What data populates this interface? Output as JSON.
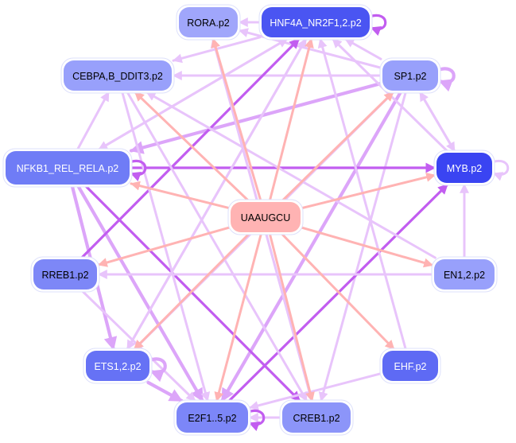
{
  "diagram": {
    "type": "regulatory-network",
    "center": {
      "id": "UAAUGCU",
      "label": "UAAUGCU",
      "fill": "#ffb3b3",
      "text": "#000000"
    },
    "nodes": [
      {
        "id": "RORA",
        "label": "RORA.p2",
        "fill": "#a0a6fb",
        "text": "#000000"
      },
      {
        "id": "HNF4A",
        "label": "HNF4A_NR2F1,2.p2",
        "fill": "#4a55f2",
        "text": "#ffffff"
      },
      {
        "id": "CEBPA",
        "label": "CEBPA,B_DDIT3.p2",
        "fill": "#98a0fb",
        "text": "#000000"
      },
      {
        "id": "SP1",
        "label": "SP1.p2",
        "fill": "#98a0fb",
        "text": "#000000"
      },
      {
        "id": "NFKB1",
        "label": "NFKB1_REL_RELA.p2",
        "fill": "#6f7cf6",
        "text": "#ffffff"
      },
      {
        "id": "MYB",
        "label": "MYB.p2",
        "fill": "#3a44f2",
        "text": "#ffffff"
      },
      {
        "id": "RREB1",
        "label": "RREB1.p2",
        "fill": "#7d87f7",
        "text": "#000000"
      },
      {
        "id": "EN12",
        "label": "EN1,2.p2",
        "fill": "#98a0fb",
        "text": "#000000"
      },
      {
        "id": "ETS12",
        "label": "ETS1,2.p2",
        "fill": "#6672f5",
        "text": "#ffffff"
      },
      {
        "id": "EHF",
        "label": "EHF.p2",
        "fill": "#5e6af4",
        "text": "#ffffff"
      },
      {
        "id": "E2F",
        "label": "E2F1..5.p2",
        "fill": "#7c86f8",
        "text": "#000000"
      },
      {
        "id": "CREB1",
        "label": "CREB1.p2",
        "fill": "#8c95f9",
        "text": "#000000"
      }
    ],
    "edge_colors": {
      "mirna": "#ffb3b3",
      "tf_light": "#e8c4fb",
      "tf_medium": "#dca5f9",
      "tf_strong": "#c25df0"
    },
    "mirna_targets": [
      "RORA",
      "HNF4A",
      "CEBPA",
      "SP1",
      "NFKB1",
      "MYB",
      "RREB1",
      "EN12",
      "ETS12",
      "EHF",
      "E2F",
      "CREB1"
    ],
    "edges": [
      {
        "from": "HNF4A",
        "to": "RORA",
        "strength": "light"
      },
      {
        "from": "SP1",
        "to": "HNF4A",
        "strength": "light"
      },
      {
        "from": "SP1",
        "to": "CEBPA",
        "strength": "light"
      },
      {
        "from": "SP1",
        "to": "RORA",
        "strength": "light"
      },
      {
        "from": "SP1",
        "to": "NFKB1",
        "strength": "medium"
      },
      {
        "from": "SP1",
        "to": "E2F",
        "strength": "medium"
      },
      {
        "from": "SP1",
        "to": "ETS12",
        "strength": "light"
      },
      {
        "from": "SP1",
        "to": "CREB1",
        "strength": "light"
      },
      {
        "from": "SP1",
        "to": "MYB",
        "strength": "light"
      },
      {
        "from": "MYB",
        "to": "SP1",
        "strength": "light"
      },
      {
        "from": "MYB",
        "to": "HNF4A",
        "strength": "light"
      },
      {
        "from": "NFKB1",
        "to": "MYB",
        "strength": "strong"
      },
      {
        "from": "NFKB1",
        "to": "CREB1",
        "strength": "strong"
      },
      {
        "from": "NFKB1",
        "to": "E2F",
        "strength": "medium"
      },
      {
        "from": "NFKB1",
        "to": "CEBPA",
        "strength": "light"
      },
      {
        "from": "NFKB1",
        "to": "ETS12",
        "strength": "medium"
      },
      {
        "from": "NFKB1",
        "to": "HNF4A",
        "strength": "light"
      },
      {
        "from": "E2F",
        "to": "MYB",
        "strength": "strong"
      },
      {
        "from": "RREB1",
        "to": "HNF4A",
        "strength": "strong"
      },
      {
        "from": "RREB1",
        "to": "E2F",
        "strength": "light"
      },
      {
        "from": "EN12",
        "to": "RREB1",
        "strength": "light"
      },
      {
        "from": "EN12",
        "to": "MYB",
        "strength": "light"
      },
      {
        "from": "EN12",
        "to": "CEBPA",
        "strength": "light"
      },
      {
        "from": "EHF",
        "to": "HNF4A",
        "strength": "light"
      },
      {
        "from": "EHF",
        "to": "E2F",
        "strength": "light"
      },
      {
        "from": "CREB1",
        "to": "E2F",
        "strength": "light"
      },
      {
        "from": "CREB1",
        "to": "RORA",
        "strength": "light"
      },
      {
        "from": "ETS12",
        "to": "E2F",
        "strength": "medium"
      },
      {
        "from": "ETS12",
        "to": "HNF4A",
        "strength": "light"
      },
      {
        "from": "CEBPA",
        "to": "E2F",
        "strength": "light"
      },
      {
        "from": "CEBPA",
        "to": "CREB1",
        "strength": "light"
      },
      {
        "from": "HNF4A",
        "to": "NFKB1",
        "strength": "light"
      },
      {
        "from": "HNF4A",
        "to": "ETS12",
        "strength": "light"
      },
      {
        "from": "HNF4A",
        "to": "CEBPA",
        "strength": "light"
      },
      {
        "from": "RORA",
        "to": "CREB1",
        "strength": "light"
      }
    ],
    "self_loops": [
      {
        "node": "HNF4A",
        "strength": "strong"
      },
      {
        "node": "SP1",
        "strength": "medium"
      },
      {
        "node": "MYB",
        "strength": "light"
      },
      {
        "node": "NFKB1",
        "strength": "strong"
      },
      {
        "node": "ETS12",
        "strength": "medium"
      },
      {
        "node": "E2F",
        "strength": "strong"
      }
    ]
  }
}
